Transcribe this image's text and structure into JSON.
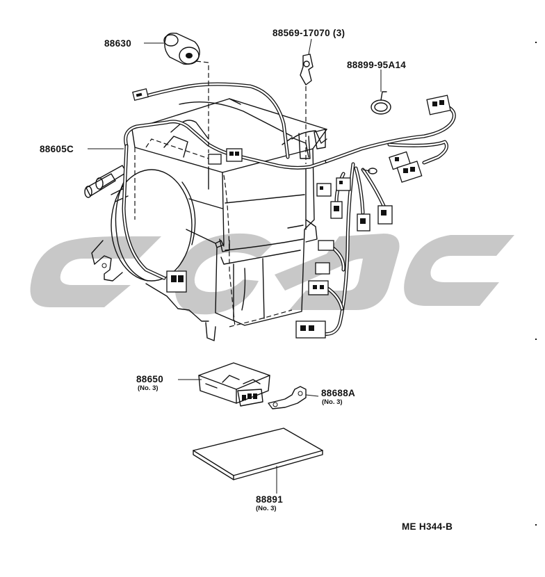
{
  "diagram": {
    "parts": [
      {
        "id": "p88630",
        "number": "88630",
        "qty": ""
      },
      {
        "id": "p88569",
        "number": "88569-17070 (3)",
        "qty": ""
      },
      {
        "id": "p88899",
        "number": "88899-95A14",
        "qty": ""
      },
      {
        "id": "p88605c",
        "number": "88605C",
        "qty": ""
      },
      {
        "id": "p88650",
        "number": "88650",
        "qty": "(No. 3)"
      },
      {
        "id": "p88688a",
        "number": "88688A",
        "qty": "(No. 3)"
      },
      {
        "id": "p88891",
        "number": "88891",
        "qty": "(No. 3)"
      }
    ],
    "reference_code": "ME H344-B",
    "watermark_color": "#c8c8c8",
    "line_color": "#111111"
  }
}
